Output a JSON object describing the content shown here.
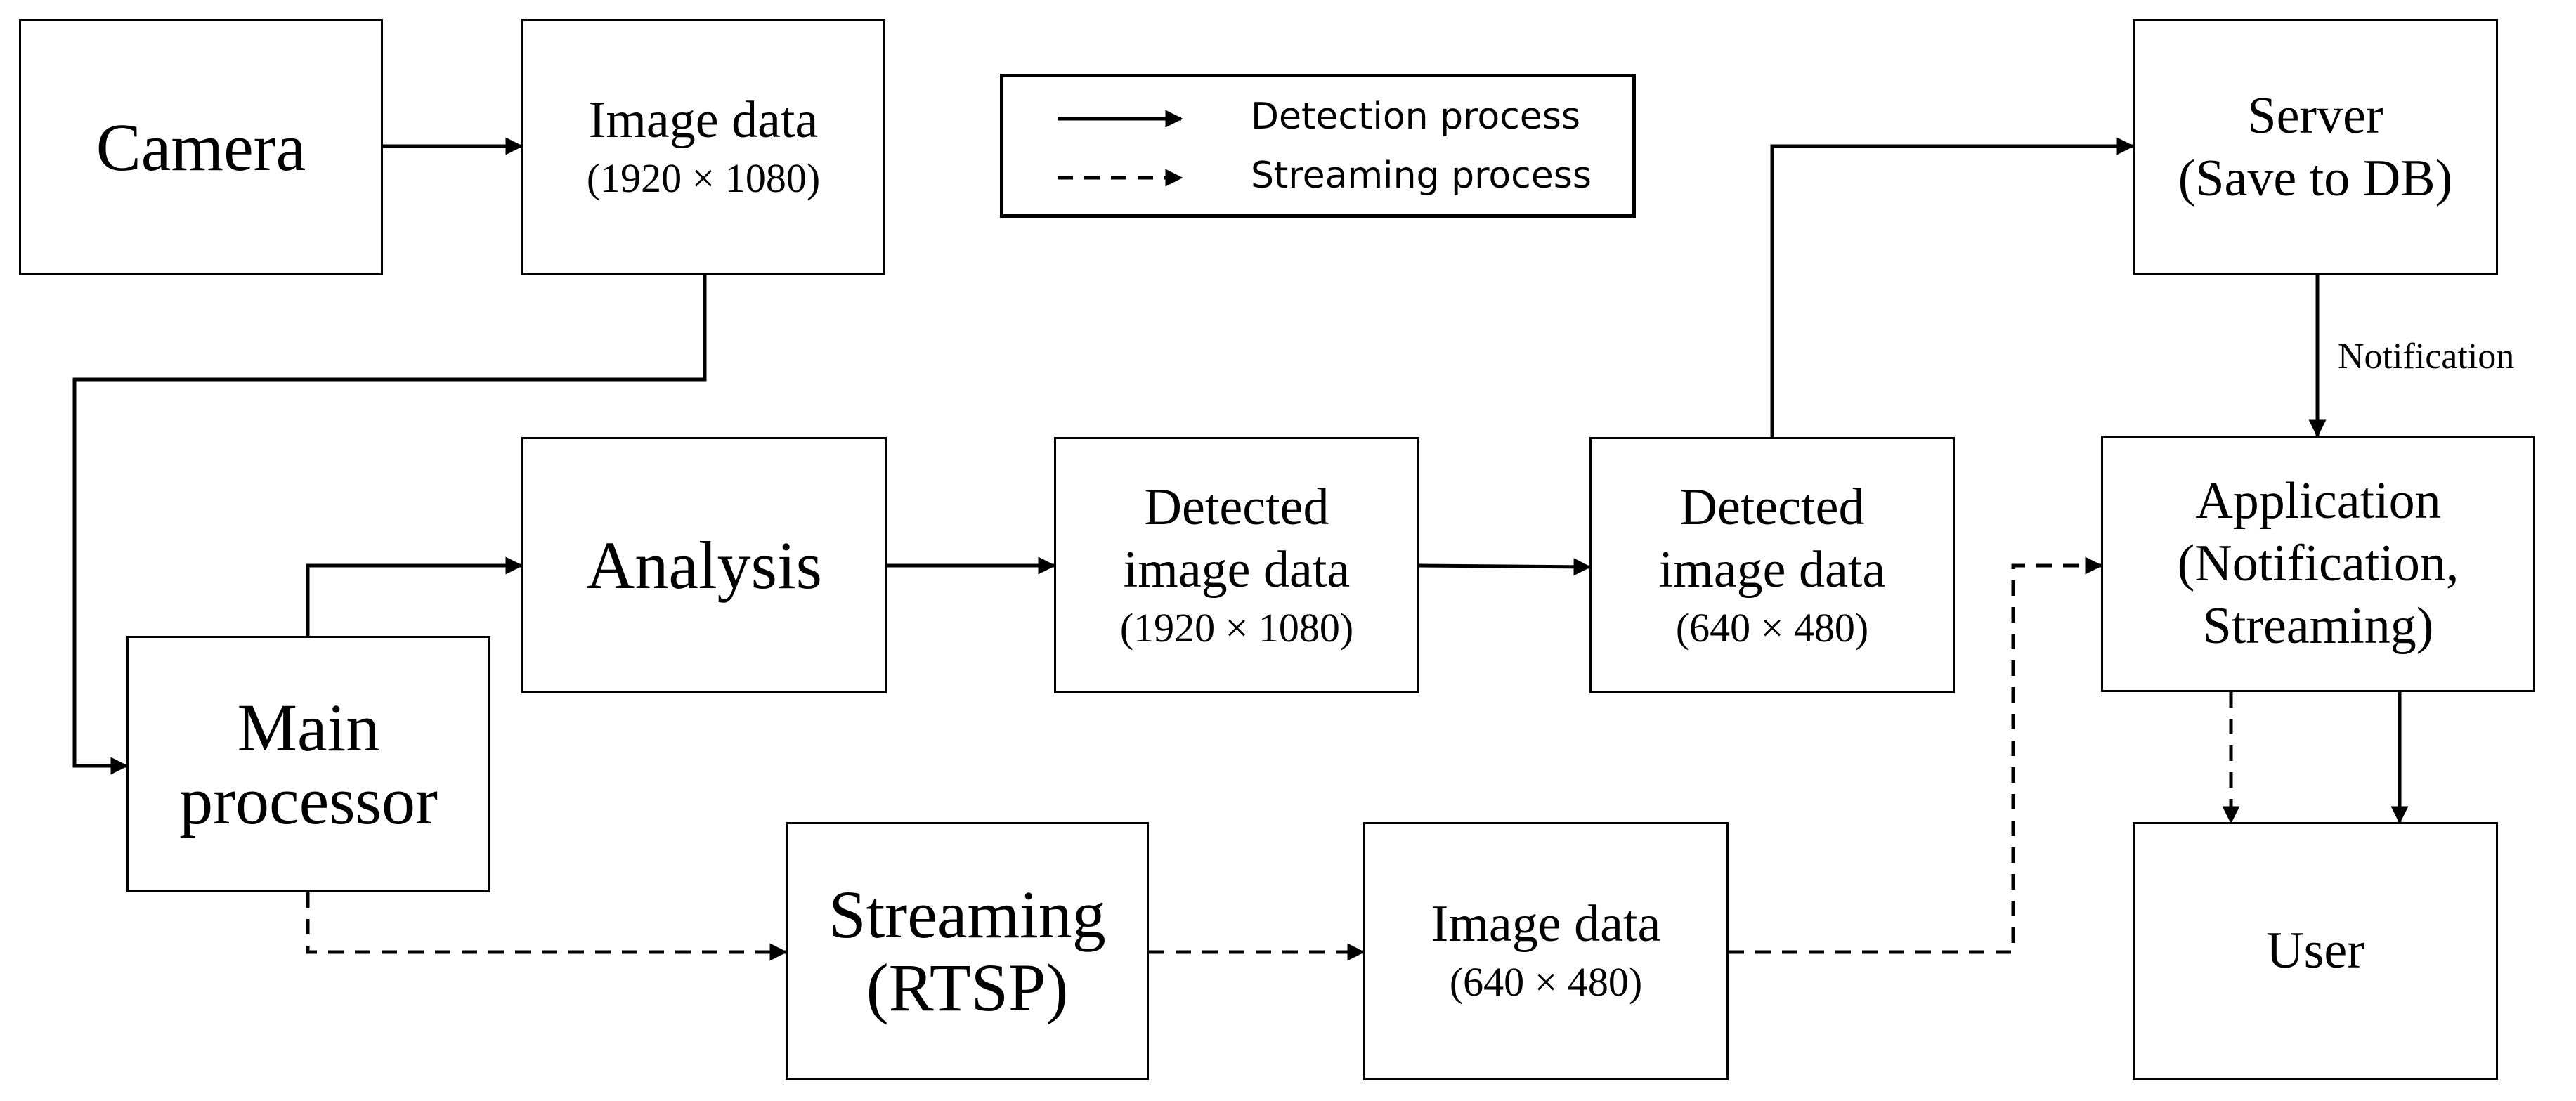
{
  "nodes": {
    "camera": {
      "label": "Camera"
    },
    "image_hd": {
      "label": "Image data",
      "sub": "(1920 × 1080)"
    },
    "analysis": {
      "label": "Analysis"
    },
    "detected_hd": {
      "label1": "Detected",
      "label2": "image data",
      "sub": "(1920 × 1080)"
    },
    "detected_sd": {
      "label1": "Detected",
      "label2": "image data",
      "sub": "(640 × 480)"
    },
    "server": {
      "label1": "Server",
      "label2": "(Save to DB)"
    },
    "application": {
      "label1": "Application",
      "label2": "(Notification,",
      "label3": "Streaming)"
    },
    "main_processor": {
      "label1": "Main",
      "label2": "processor"
    },
    "streaming": {
      "label1": "Streaming",
      "label2": "(RTSP)"
    },
    "image_sd": {
      "label": "Image data",
      "sub": "(640 × 480)"
    },
    "user": {
      "label": "User"
    }
  },
  "legend": {
    "detection": "Detection process",
    "streaming": "Streaming process"
  },
  "edges": {
    "notification_label": "Notification"
  },
  "colors": {
    "stroke": "#000000",
    "background": "#ffffff"
  }
}
